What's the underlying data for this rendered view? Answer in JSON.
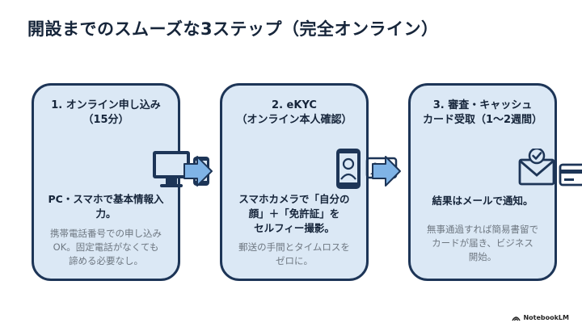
{
  "title": "開設までのスムーズな3ステップ（完全オンライン）",
  "steps": [
    {
      "title": "1. オンライン申し込み\n（15分）",
      "main": "PC・スマホで基本情報入\n力。",
      "sub": "携帯電話番号での申し込み\nOK。固定電話がなくても\n諦める必要なし。"
    },
    {
      "title": "2. eKYC\n（オンライン本人確認）",
      "main": "スマホカメラで「自分の\n顔」＋「免許証」を\nセルフィー撮影。",
      "sub": "郵送の手間とタイムロスを\nゼロに。"
    },
    {
      "title": "3. 審査・キャッシュ\nカード受取（1〜2週間）",
      "main": "結果はメールで通知。",
      "sub": "無事通過すれば簡易書留で\nカードが届き、ビジネス\n開始。"
    }
  ],
  "icons": [
    "computer-phone-icon",
    "phone-selfie-id-icon",
    "mail-check-card-icon"
  ],
  "brand": "NotebookLM",
  "colors": {
    "card_fill": "#dbe8f5",
    "card_border": "#1d3557",
    "arrow": "#7fb3e6",
    "icon": "#1d3557"
  }
}
